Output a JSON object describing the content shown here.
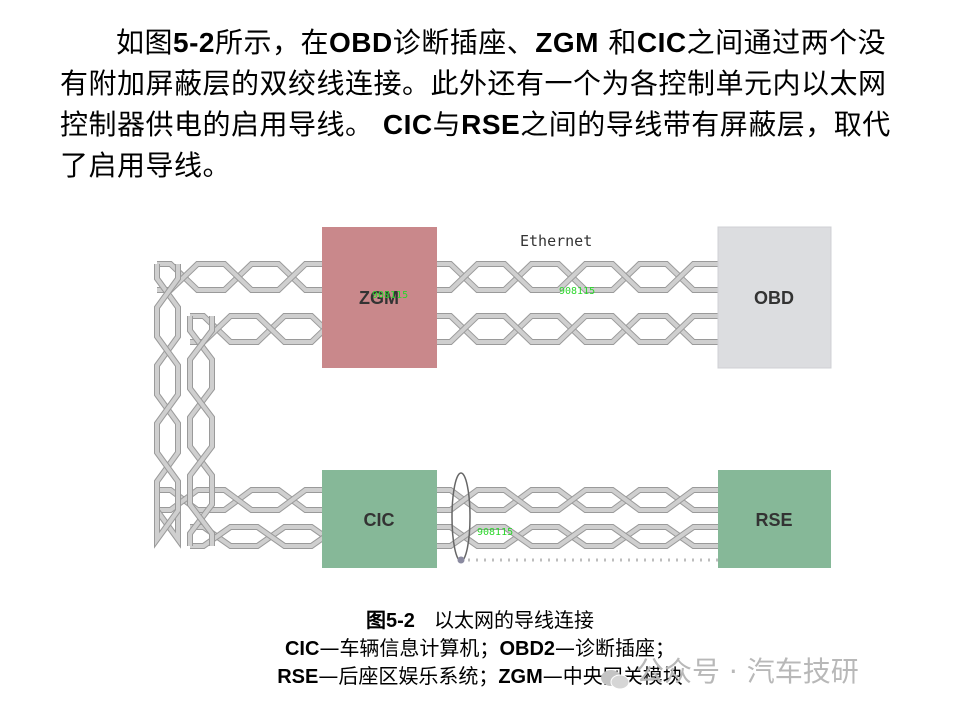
{
  "paragraph": {
    "runs": [
      {
        "t": "如图",
        "b": false
      },
      {
        "t": "5-2",
        "b": true
      },
      {
        "t": "所示，在",
        "b": false
      },
      {
        "t": "OBD",
        "b": true
      },
      {
        "t": "诊断插座、",
        "b": false
      },
      {
        "t": "ZGM",
        "b": true
      },
      {
        "t": " 和",
        "b": false
      },
      {
        "t": "CIC",
        "b": true
      },
      {
        "t": "之间通过两个没有附加屏蔽层的双绞线连接。此外还有一个为各控制单元内以太网控制器供电的启用导线。 ",
        "b": false
      },
      {
        "t": "CIC",
        "b": true
      },
      {
        "t": "与",
        "b": false
      },
      {
        "t": "RSE",
        "b": true
      },
      {
        "t": "之间的导线带有屏蔽层，取代了启用导线。",
        "b": false
      }
    ]
  },
  "diagram": {
    "ethernet_label": "Ethernet",
    "modules": {
      "zgm": {
        "label": "ZGM",
        "color": "#c9888b"
      },
      "obd": {
        "label": "OBD",
        "color": "#dcdde0"
      },
      "cic": {
        "label": "CIC",
        "color": "#86b898"
      },
      "rse": {
        "label": "RSE",
        "color": "#86b898"
      }
    },
    "wire_color": "#cfcfcf",
    "wire_edge_color": "#9a9a9a",
    "overlay_marks": [
      "908115",
      "908115",
      "908115"
    ]
  },
  "caption": {
    "line1": {
      "fig": "图5-2",
      "text": "以太网的导线连接"
    },
    "line2": [
      {
        "t": "CIC",
        "b": true
      },
      {
        "t": "—车辆信息计算机；",
        "b": false
      },
      {
        "t": "OBD2",
        "b": true
      },
      {
        "t": "—诊断插座；",
        "b": false
      }
    ],
    "line3": [
      {
        "t": "RSE",
        "b": true
      },
      {
        "t": "—后座区娱乐系统；",
        "b": false
      },
      {
        "t": "ZGM",
        "b": true
      },
      {
        "t": "—中央网关模块",
        "b": false
      }
    ]
  },
  "watermark": {
    "text": "公众号 · 汽车技研",
    "icon": "wechat-icon"
  }
}
